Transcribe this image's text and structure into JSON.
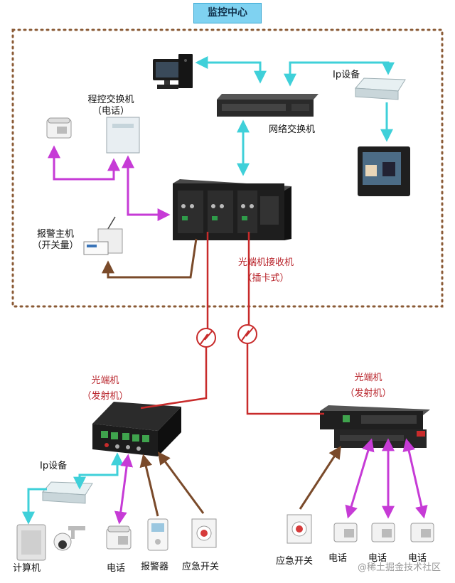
{
  "title": "监控中心",
  "labels": {
    "pbx_1": "程控交换机",
    "pbx_2": "（电话）",
    "ip_top": "Ip设备",
    "net_switch": "网络交换机",
    "alarm_1": "报警主机",
    "alarm_2": "（开关量）",
    "receiver_1": "光端机接收机",
    "receiver_2": "（插卡式）",
    "tx_left_1": "光端机",
    "tx_left_2": "（发射机）",
    "tx_right_1": "光端机",
    "tx_right_2": "（发射机）",
    "ip_bottom": "Ip设备",
    "computer": "计算机",
    "phone_left": "电话",
    "alarm_device": "报警器",
    "emergency_left": "应急开关",
    "emergency_right": "应急开关",
    "phone_r1": "电话",
    "phone_r2": "电话",
    "phone_r3": "电话"
  },
  "watermark": "@稀土掘金技术社区",
  "colors": {
    "ethernet": "#3fd0d9",
    "phone_line": "#c63bd6",
    "switch_signal": "#7a4a2a",
    "fiber": "#c82b2b",
    "boundary": "#8a5a35"
  }
}
